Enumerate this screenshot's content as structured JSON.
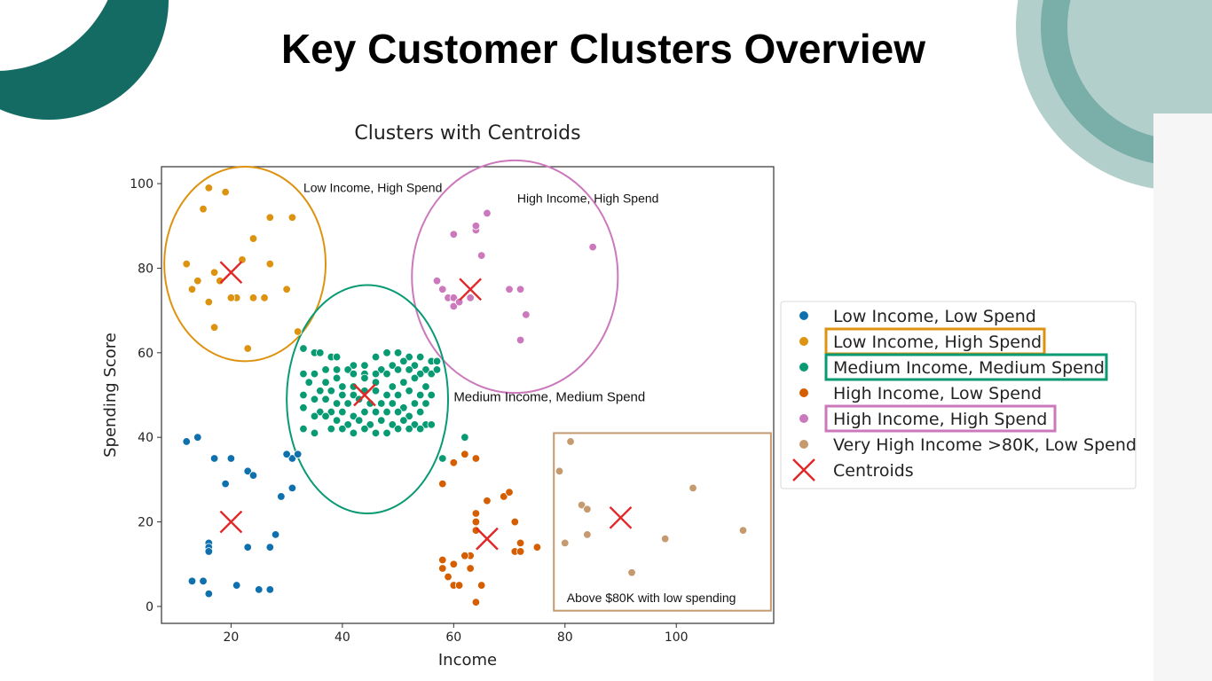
{
  "slide": {
    "title": "Key Customer Clusters Overview"
  },
  "colors": {
    "deco_dark": "#146b63",
    "deco_ring": "#7aaea9",
    "deco_fill": "#b3cfcc",
    "centroid": "#e32626"
  },
  "chart_data": {
    "type": "scatter",
    "title": "Clusters with Centroids",
    "xlabel": "Income",
    "ylabel": "Spending Score",
    "xlim": [
      7.5,
      117.5
    ],
    "ylim": [
      -4,
      104
    ],
    "xticks": [
      20,
      40,
      60,
      80,
      100
    ],
    "yticks": [
      0,
      20,
      40,
      60,
      80,
      100
    ],
    "grid": false,
    "legend_position": "right",
    "series": [
      {
        "name": "Low Income, Low Spend",
        "color": "#0f70ae",
        "points": [
          [
            12,
            39
          ],
          [
            14,
            40
          ],
          [
            17,
            35
          ],
          [
            19,
            29
          ],
          [
            20,
            35
          ],
          [
            23,
            32
          ],
          [
            24,
            31
          ],
          [
            29,
            26
          ],
          [
            31,
            35
          ],
          [
            31,
            28
          ],
          [
            28,
            17
          ],
          [
            27,
            14
          ],
          [
            23,
            14
          ],
          [
            16,
            15
          ],
          [
            16,
            14
          ],
          [
            16,
            13
          ],
          [
            13,
            6
          ],
          [
            15,
            6
          ],
          [
            16,
            3
          ],
          [
            21,
            5
          ],
          [
            25,
            4
          ],
          [
            27,
            4
          ],
          [
            30,
            36
          ],
          [
            32,
            36
          ]
        ]
      },
      {
        "name": "Low Income, High Spend",
        "color": "#dd9310",
        "points": [
          [
            16,
            99
          ],
          [
            19,
            98
          ],
          [
            15,
            94
          ],
          [
            27,
            92
          ],
          [
            31,
            92
          ],
          [
            24,
            87
          ],
          [
            12,
            81
          ],
          [
            22,
            82
          ],
          [
            27,
            81
          ],
          [
            17,
            79
          ],
          [
            18,
            77
          ],
          [
            14,
            77
          ],
          [
            13,
            75
          ],
          [
            30,
            75
          ],
          [
            16,
            72
          ],
          [
            21,
            73
          ],
          [
            24,
            73
          ],
          [
            26,
            73
          ],
          [
            20,
            73
          ],
          [
            17,
            66
          ],
          [
            32,
            65
          ],
          [
            23,
            61
          ]
        ]
      },
      {
        "name": "Medium Income, Medium Spend",
        "color": "#089a72",
        "points": [
          [
            33,
            61
          ],
          [
            35,
            60
          ],
          [
            36,
            60
          ],
          [
            38,
            59
          ],
          [
            39,
            59
          ],
          [
            42,
            57
          ],
          [
            44,
            57
          ],
          [
            46,
            59
          ],
          [
            48,
            60
          ],
          [
            50,
            60
          ],
          [
            52,
            59
          ],
          [
            54,
            59
          ],
          [
            56,
            58
          ],
          [
            57,
            58
          ],
          [
            47,
            56
          ],
          [
            49,
            57
          ],
          [
            51,
            58
          ],
          [
            53,
            57
          ],
          [
            55,
            56
          ],
          [
            33,
            55
          ],
          [
            35,
            55
          ],
          [
            37,
            56
          ],
          [
            39,
            56
          ],
          [
            41,
            56
          ],
          [
            42,
            55
          ],
          [
            44,
            55
          ],
          [
            46,
            55
          ],
          [
            48,
            55
          ],
          [
            50,
            56
          ],
          [
            52,
            56
          ],
          [
            54,
            55
          ],
          [
            56,
            55
          ],
          [
            57,
            56
          ],
          [
            34,
            53
          ],
          [
            37,
            53
          ],
          [
            39,
            54
          ],
          [
            40,
            52
          ],
          [
            42,
            52
          ],
          [
            44,
            54
          ],
          [
            46,
            53
          ],
          [
            49,
            52
          ],
          [
            51,
            53
          ],
          [
            53,
            54
          ],
          [
            55,
            52
          ],
          [
            36,
            51
          ],
          [
            38,
            51
          ],
          [
            40,
            50
          ],
          [
            42,
            50
          ],
          [
            44,
            51
          ],
          [
            46,
            51
          ],
          [
            48,
            50
          ],
          [
            50,
            50
          ],
          [
            52,
            51
          ],
          [
            54,
            50
          ],
          [
            56,
            50
          ],
          [
            33,
            50
          ],
          [
            35,
            49
          ],
          [
            37,
            49
          ],
          [
            39,
            48
          ],
          [
            41,
            48
          ],
          [
            43,
            49
          ],
          [
            45,
            48
          ],
          [
            47,
            48
          ],
          [
            49,
            48
          ],
          [
            51,
            47
          ],
          [
            53,
            48
          ],
          [
            55,
            48
          ],
          [
            36,
            46
          ],
          [
            38,
            46
          ],
          [
            40,
            46
          ],
          [
            42,
            45
          ],
          [
            44,
            46
          ],
          [
            46,
            46
          ],
          [
            48,
            46
          ],
          [
            50,
            46
          ],
          [
            52,
            45
          ],
          [
            54,
            46
          ],
          [
            33,
            47
          ],
          [
            35,
            45
          ],
          [
            37,
            45
          ],
          [
            39,
            44
          ],
          [
            41,
            43
          ],
          [
            43,
            44
          ],
          [
            45,
            43
          ],
          [
            47,
            44
          ],
          [
            49,
            43
          ],
          [
            51,
            44
          ],
          [
            53,
            43
          ],
          [
            55,
            43
          ],
          [
            33,
            42
          ],
          [
            35,
            41
          ],
          [
            38,
            42
          ],
          [
            40,
            42
          ],
          [
            42,
            41
          ],
          [
            44,
            42
          ],
          [
            46,
            41
          ],
          [
            48,
            41
          ],
          [
            50,
            42
          ],
          [
            52,
            42
          ],
          [
            54,
            42
          ],
          [
            56,
            43
          ],
          [
            62,
            40
          ],
          [
            58,
            35
          ]
        ]
      },
      {
        "name": "High Income, Low Spend",
        "color": "#d55e00",
        "points": [
          [
            58,
            29
          ],
          [
            60,
            34
          ],
          [
            62,
            36
          ],
          [
            64,
            35
          ],
          [
            66,
            25
          ],
          [
            69,
            26
          ],
          [
            70,
            27
          ],
          [
            71,
            20
          ],
          [
            71,
            13
          ],
          [
            72,
            15
          ],
          [
            72,
            13
          ],
          [
            75,
            14
          ],
          [
            64,
            22
          ],
          [
            64,
            20
          ],
          [
            64,
            18
          ],
          [
            63,
            12
          ],
          [
            58,
            11
          ],
          [
            58,
            9
          ],
          [
            60,
            10
          ],
          [
            59,
            7
          ],
          [
            60,
            5
          ],
          [
            61,
            5
          ],
          [
            63,
            9
          ],
          [
            65,
            5
          ],
          [
            64,
            1
          ],
          [
            62,
            12
          ]
        ]
      },
      {
        "name": "High Income, High Spend",
        "color": "#cc78bc",
        "points": [
          [
            60,
            88
          ],
          [
            64,
            89
          ],
          [
            64,
            90
          ],
          [
            66,
            93
          ],
          [
            65,
            83
          ],
          [
            85,
            85
          ],
          [
            57,
            77
          ],
          [
            58,
            75
          ],
          [
            59,
            73
          ],
          [
            60,
            73
          ],
          [
            61,
            72
          ],
          [
            60,
            71
          ],
          [
            61,
            72
          ],
          [
            63,
            73
          ],
          [
            70,
            75
          ],
          [
            72,
            75
          ],
          [
            73,
            69
          ],
          [
            72,
            63
          ]
        ]
      },
      {
        "name": "Very High Income >80K, Low Spend",
        "color": "#c59a6f",
        "points": [
          [
            81,
            39
          ],
          [
            79,
            32
          ],
          [
            83,
            24
          ],
          [
            84,
            23
          ],
          [
            84,
            17
          ],
          [
            80,
            15
          ],
          [
            92,
            8
          ],
          [
            98,
            16
          ],
          [
            103,
            28
          ],
          [
            112,
            18
          ]
        ]
      }
    ],
    "centroids": {
      "name": "Centroids",
      "points": [
        [
          20,
          20
        ],
        [
          20,
          79
        ],
        [
          44,
          50
        ],
        [
          66,
          16
        ],
        [
          63,
          75
        ],
        [
          90,
          21
        ]
      ]
    },
    "annotations": [
      {
        "text": "Low Income, High Spend",
        "x": 33,
        "y": 98
      },
      {
        "text": "High Income, High Spend",
        "x": 87,
        "y": 95.5
      },
      {
        "text": "Medium Income, Medium Spend",
        "x": 60,
        "y": 48.5
      },
      {
        "text": "Above $80K with low spending",
        "x": 80,
        "y": 1
      }
    ],
    "ellipses": [
      {
        "series": 1,
        "center": [
          22.5,
          81
        ],
        "radius": [
          14.5,
          23
        ]
      },
      {
        "series": 4,
        "center": [
          71,
          78
        ],
        "radius": [
          18.5,
          27.5
        ]
      },
      {
        "series": 2,
        "center": [
          44.5,
          49
        ],
        "radius": [
          14.5,
          27
        ]
      }
    ],
    "rects": [
      {
        "series": 5,
        "x0": 78,
        "y0": -1,
        "x1": 117,
        "y1": 41
      }
    ],
    "legend_highlights": [
      1,
      2,
      4
    ]
  }
}
